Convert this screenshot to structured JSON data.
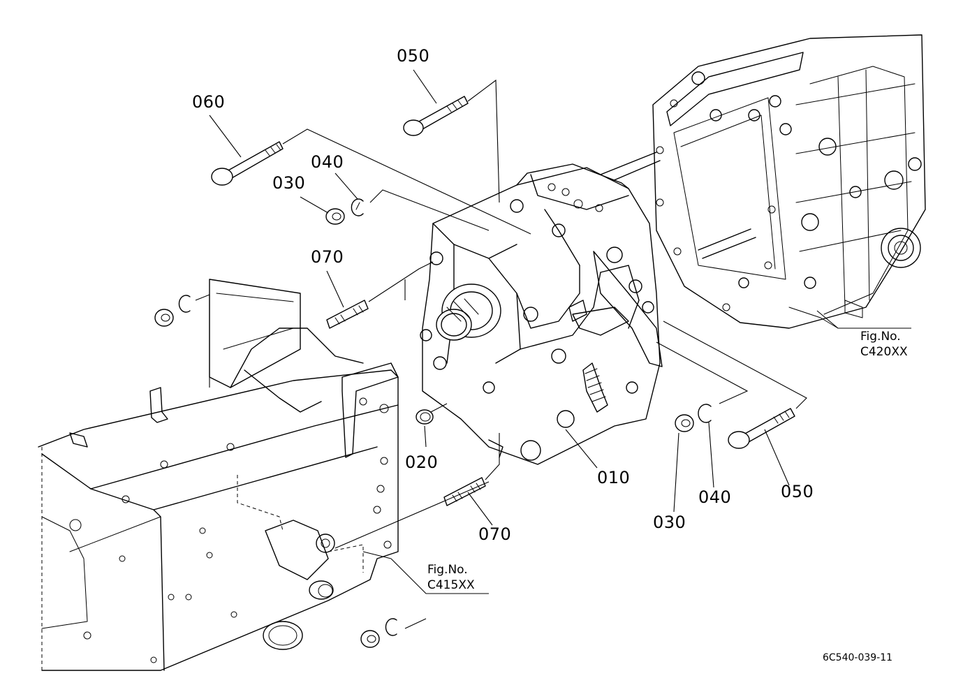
{
  "callouts": {
    "c010": "010",
    "c020": "020",
    "c030_left": "030",
    "c030_right": "030",
    "c040_left": "040",
    "c040_right": "040",
    "c050_top": "050",
    "c050_right": "050",
    "c060": "060",
    "c070_upper": "070",
    "c070_lower": "070"
  },
  "figure_refs": {
    "right": {
      "line1": "Fig.No.",
      "line2": "C420XX"
    },
    "left": {
      "line1": "Fig.No.",
      "line2": "C415XX"
    }
  },
  "drawing_code": "6C540-039-11"
}
